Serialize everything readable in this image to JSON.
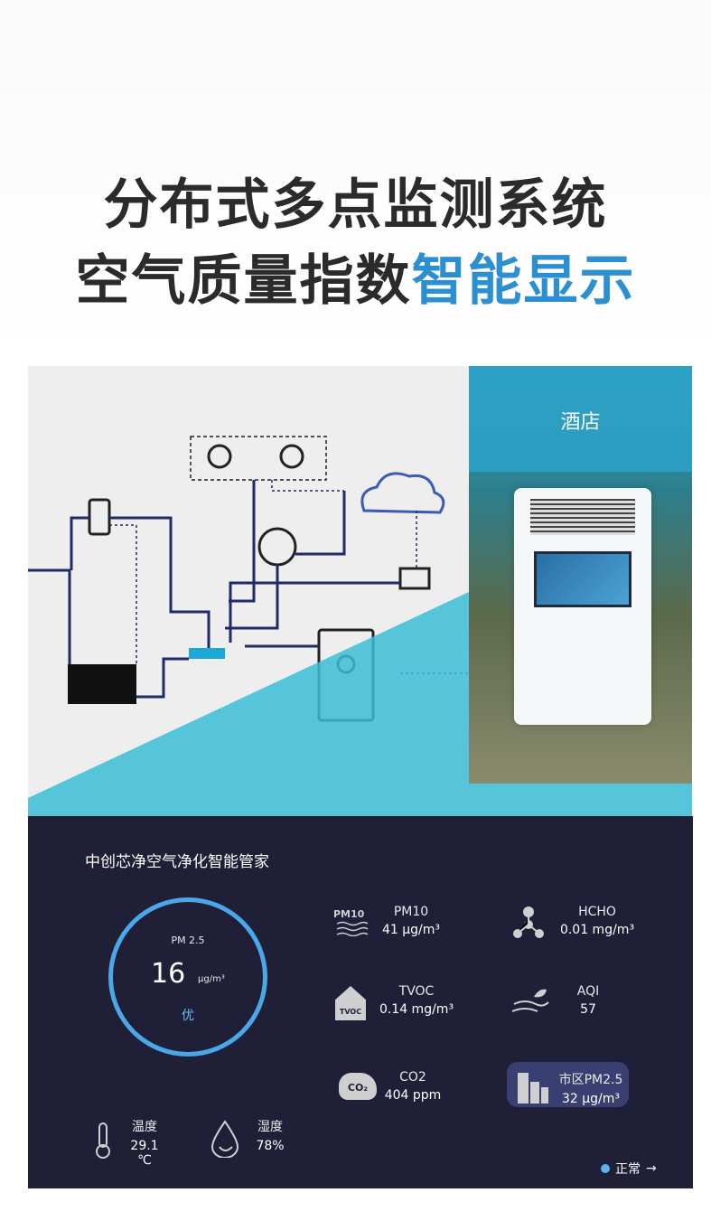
{
  "header": {
    "line1": "分布式多点监测系统",
    "line2_plain": "空气质量指数",
    "line2_accent": "智能显示"
  },
  "scene": {
    "hotel_label": "酒店"
  },
  "dashboard": {
    "title": "中创芯净空气净化智能管家",
    "main": {
      "label": "PM 2.5",
      "value": "16",
      "unit": "μg/m³",
      "level": "优"
    },
    "pm10": {
      "name": "PM10",
      "value": "41 μg/m³",
      "icon_text": "PM10"
    },
    "hcho": {
      "name": "HCHO",
      "value": "0.01 mg/m³"
    },
    "tvoc": {
      "name": "TVOC",
      "value": "0.14 mg/m³",
      "icon_text": "TVOC"
    },
    "aqi": {
      "name": "AQI",
      "value": "57"
    },
    "co2": {
      "name": "CO2",
      "value": "404 ppm",
      "icon_text": "CO₂"
    },
    "city_pm25": {
      "name": "市区PM2.5",
      "value": "32 μg/m³"
    },
    "temperature": {
      "name": "温度",
      "value": "29.1 ℃"
    },
    "humidity": {
      "name": "湿度",
      "value": "78%"
    },
    "status": {
      "label": "正常",
      "arrow": "→"
    }
  },
  "colors": {
    "accent": "#2b8fd1",
    "dashboard_bg": "#1f2038",
    "ring": "#4aa8e8",
    "highlight": "#3a3f72"
  }
}
